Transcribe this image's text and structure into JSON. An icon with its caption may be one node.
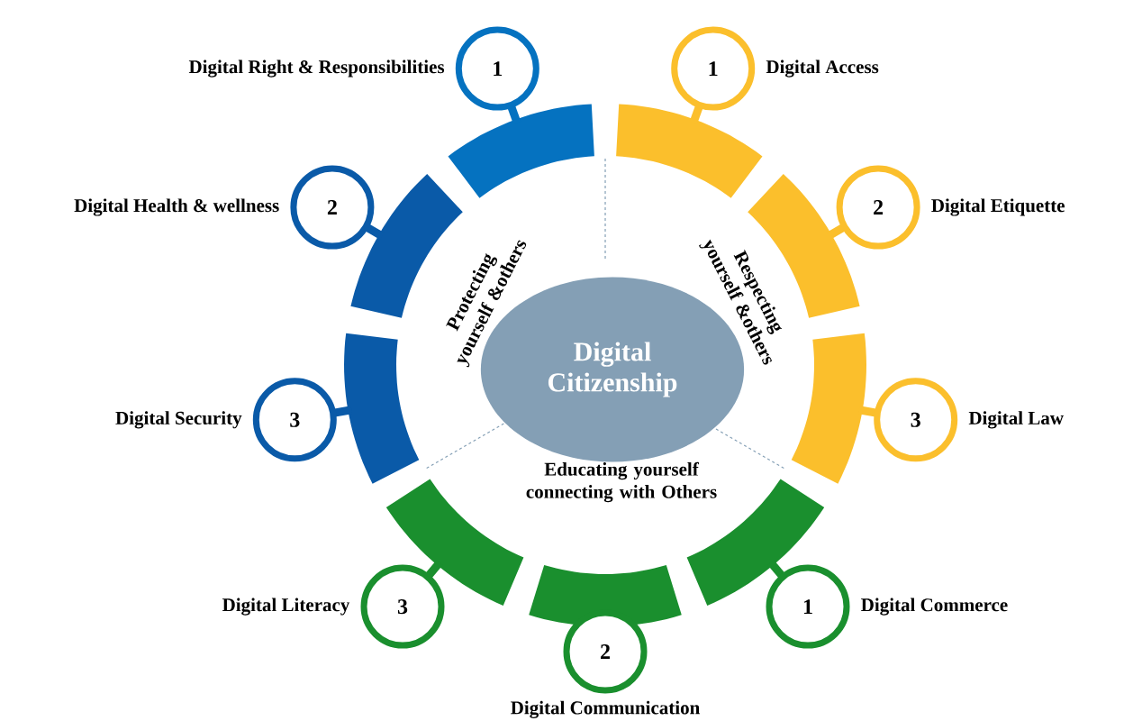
{
  "diagram": {
    "nodes": [
      {
        "text": [
          "Digital Citizenship"
        ]
      },
      {
        "text": [
          "1"
        ],
        "beside": [
          "Digital Access"
        ]
      },
      {
        "text": [
          "2"
        ],
        "beside": [
          "Digital Etiquette"
        ]
      },
      {
        "text": [
          "3"
        ],
        "beside": [
          "Digital Law"
        ]
      },
      {
        "text": [
          "1"
        ],
        "beside": [
          "Digital Right & Responsibilities"
        ]
      },
      {
        "text": [
          "2"
        ],
        "beside": [
          "Digital Health & wellness"
        ]
      },
      {
        "text": [
          "3"
        ],
        "beside": [
          "Digital Security"
        ]
      },
      {
        "text": [
          "1"
        ],
        "beside": [
          "Digital Commerce"
        ]
      },
      {
        "text": [
          "2"
        ],
        "beside": [
          "Digital Communication"
        ]
      },
      {
        "text": [
          "3"
        ],
        "beside": [
          "Digital Literacy"
        ]
      }
    ],
    "labels": [
      "Protecting yourself &others",
      "Respecting yourself &others",
      "Educating yourself connecting with Others"
    ]
  }
}
